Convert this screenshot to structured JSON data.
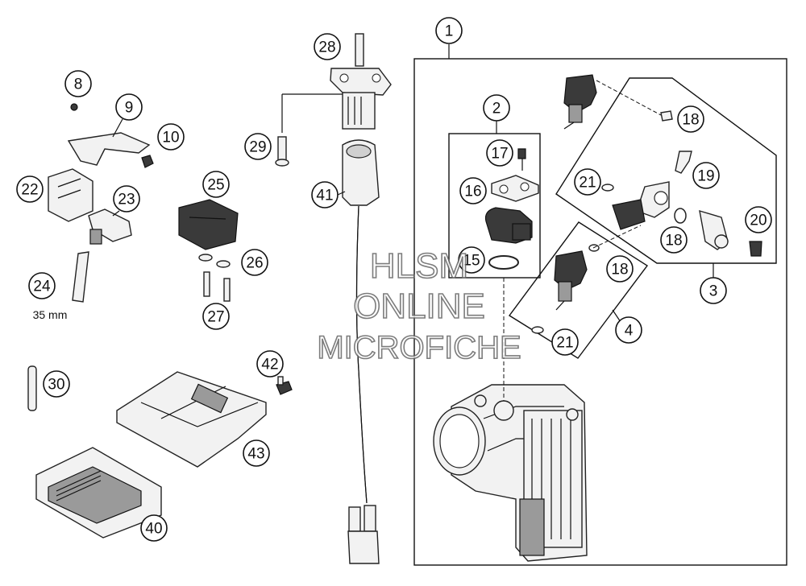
{
  "callouts": {
    "c1": "1",
    "c2": "2",
    "c3": "3",
    "c4": "4",
    "c8": "8",
    "c9": "9",
    "c10": "10",
    "c15": "15",
    "c16": "16",
    "c17": "17",
    "c18a": "18",
    "c18b": "18",
    "c18c": "18",
    "c19": "19",
    "c20": "20",
    "c21a": "21",
    "c21b": "21",
    "c22": "22",
    "c23": "23",
    "c24": "24",
    "c25": "25",
    "c26": "26",
    "c27": "27",
    "c28": "28",
    "c29": "29",
    "c30": "30",
    "c40": "40",
    "c41": "41",
    "c42": "42",
    "c43": "43"
  },
  "note_length": "35 mm",
  "watermark": {
    "line1": "HLSM",
    "line2": "ONLINE",
    "line3": "MICROFICHE"
  }
}
